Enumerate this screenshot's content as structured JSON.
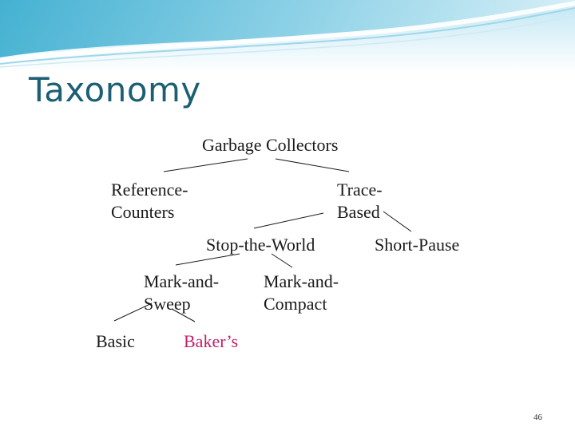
{
  "slide": {
    "title": "Taxonomy",
    "page_number": "46"
  },
  "nodes": {
    "garbage_collectors": "Garbage Collectors",
    "reference_counters_l1": "Reference-",
    "reference_counters_l2": "Counters",
    "trace_based_l1": "Trace-",
    "trace_based_l2": "Based",
    "stop_the_world": "Stop-the-World",
    "short_pause": "Short-Pause",
    "mark_and_sweep_l1": "Mark-and-",
    "mark_and_sweep_l2": "Sweep",
    "mark_and_compact_l1": "Mark-and-",
    "mark_and_compact_l2": "Compact",
    "basic": "Basic",
    "bakers": "Baker’s"
  },
  "colors": {
    "title": "#1b5f73",
    "highlight": "#c0206a",
    "banner_light": "#e8f6fb",
    "banner_dark": "#2aa3c8"
  }
}
